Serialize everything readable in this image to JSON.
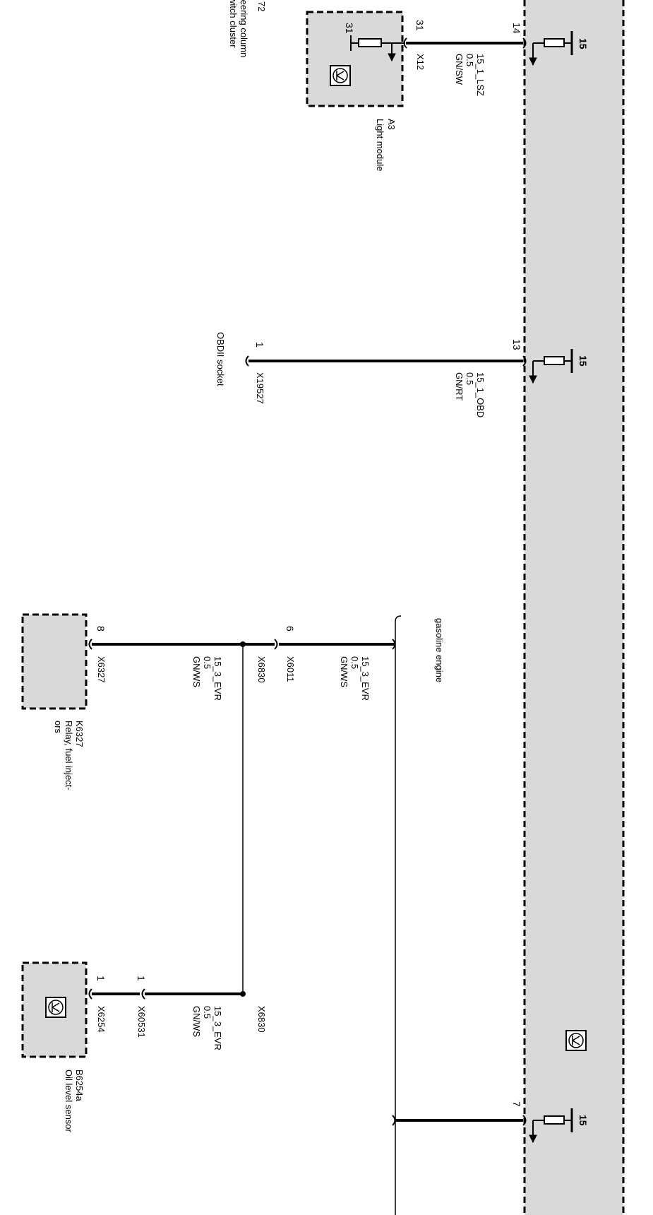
{
  "module": {
    "pin_14": "14",
    "pin_13": "13",
    "pin_7": "7",
    "fuse_label_1": "15",
    "fuse_label_2": "15",
    "fuse_label_3": "15"
  },
  "light_module": {
    "id": "A3",
    "name": "Light module",
    "pin_outer": "31",
    "pin_inner": "31",
    "connector": "X12",
    "wire_name": "15_1_LSZ",
    "wire_size": "0.5",
    "wire_color": "GN/SW"
  },
  "steering": {
    "id_fragment": "72",
    "line1": "teering column",
    "line2": "witch cluster"
  },
  "obd": {
    "pin": "1",
    "connector": "X19527",
    "name": "OBDII socket",
    "wire_name": "15_1_OBD",
    "wire_size": "0.5",
    "wire_color": "GN/RT"
  },
  "gasoline": {
    "label": "gasoline engine"
  },
  "evr_upper": {
    "pin": "6",
    "connector": "X6011",
    "wire_name": "15_3_EVR",
    "wire_size": "0.5",
    "wire_color": "GN/WS"
  },
  "splice": {
    "id_a": "X6830",
    "id_b": "X6830"
  },
  "relay": {
    "pin": "8",
    "connector": "X6327",
    "wire_name": "15_3_EVR",
    "wire_size": "0.5",
    "wire_color": "GN/WS",
    "id": "K6327",
    "name_line1": "Relay, fuel inject-",
    "name_line2": "ors"
  },
  "oil": {
    "pin_a": "1",
    "pin_b": "1",
    "connector_a": "X60531",
    "connector_b": "X6254",
    "wire_name": "15_3_EVR",
    "wire_size": "0.5",
    "wire_color": "GN/WS",
    "id": "B6254a",
    "name": "Oil level sensor"
  }
}
